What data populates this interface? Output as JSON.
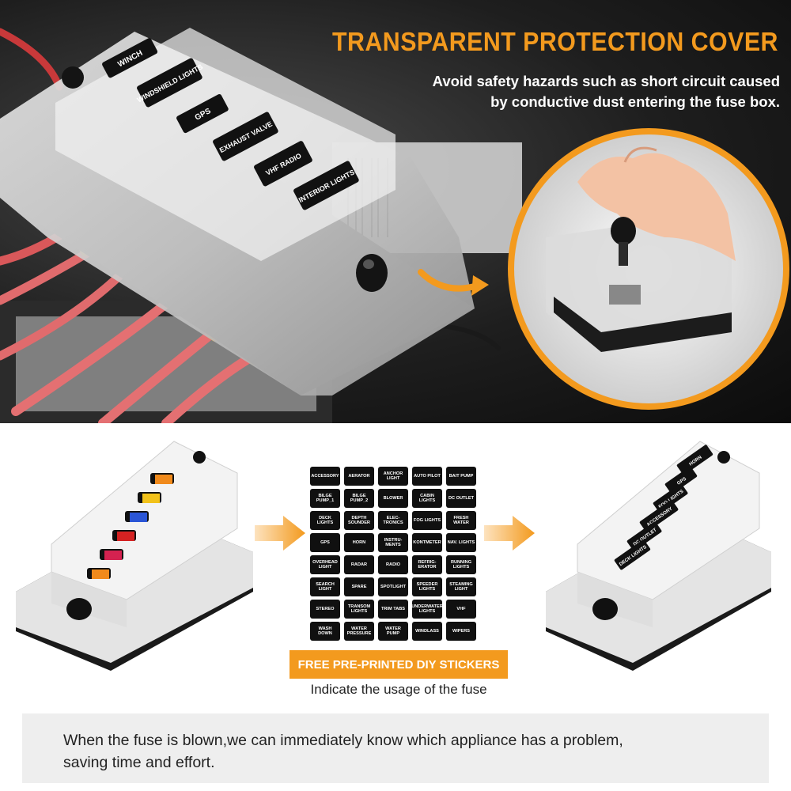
{
  "headline": "TRANSPARENT PROTECTION COVER",
  "subtext": {
    "line1": "Avoid safety hazards such as short circuit caused",
    "line2": "by conductive dust entering the fuse box."
  },
  "top_fusebox_labels": [
    "WINCH",
    "WINDSHIELD LIGHTS",
    "GPS",
    "EXHAUST VALVE",
    "VHF RADIO",
    "INTERIOR LIGHTS"
  ],
  "right_fusebox_labels": [
    "HORN",
    "GPS",
    "FOG LIGHTS",
    "ACCESSORY",
    "DC OUTLET",
    "DECK LIGHTS"
  ],
  "stickers": [
    "ACCESSORY",
    "AERATOR",
    "ANCHOR LIGHT",
    "AUTO PILOT",
    "BAIT PUMP",
    "BILGE PUMP_1",
    "BILGE PUMP_2",
    "BLOWER",
    "CABIN LIGHTS",
    "DC OUTLET",
    "DECK LIGHTS",
    "DEPTH SOUNDER",
    "ELEC-TRONICS",
    "FOG LIGHTS",
    "FRESH WATER",
    "GPS",
    "HORN",
    "INSTRU-MENTS",
    "KONTMETER",
    "NAV. LIGHTS",
    "OVERHEAD LIGHT",
    "RADAR",
    "RADIO",
    "REFRIG-ERATOR",
    "RUNNING LIGHTS",
    "SEARCH LIGHT",
    "SPARE",
    "SPOTLIGHT",
    "SPEEDER LIGHTS",
    "STEAMING LIGHT",
    "STEREO",
    "TRANSOM LIGHTS",
    "TRIM TABS",
    "UNDERWATER LIGHTS",
    "VHF",
    "WASH DOWN",
    "WATER PRESSURE",
    "WATER PUMP",
    "WINDLASS",
    "WIPERS"
  ],
  "sticker_banner": "FREE PRE-PRINTED DIY STICKERS",
  "sticker_caption": "Indicate the usage of the fuse",
  "footer": {
    "line1": "When the fuse is blown,we can immediately know which appliance has a problem,",
    "line2": "saving time and effort."
  },
  "colors": {
    "accent": "#f39a1e",
    "fuse_colors": [
      "#f08a1c",
      "#f2c21a",
      "#2a55d6",
      "#d42222",
      "#d42250",
      "#f08a1c"
    ]
  }
}
